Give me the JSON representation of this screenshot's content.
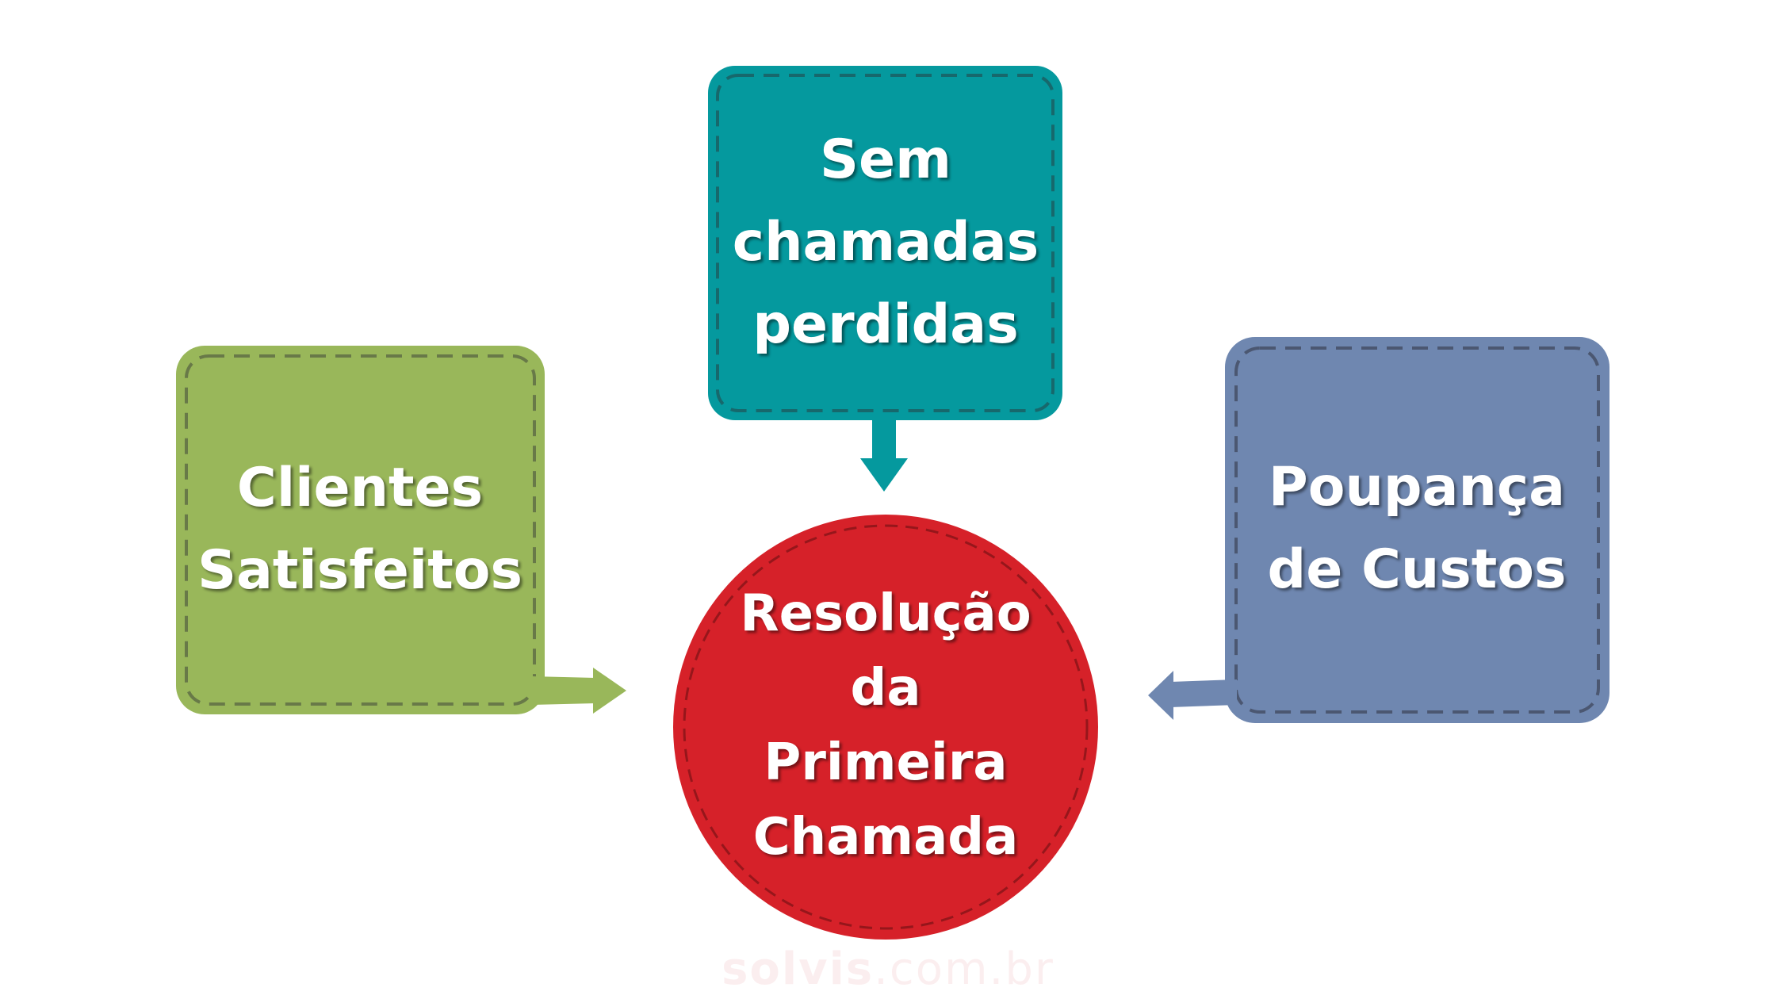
{
  "nodes": {
    "top": {
      "lines": [
        "Sem",
        "chamadas",
        "perdidas"
      ],
      "color": "#05999e"
    },
    "left": {
      "lines": [
        "Clientes",
        "Satisfeitos"
      ],
      "color": "#99b75a"
    },
    "right": {
      "lines": [
        "Poupança",
        "de Custos"
      ],
      "color": "#6f87b0"
    },
    "center": {
      "lines": [
        "Resolução",
        "da",
        "Primeira",
        "Chamada"
      ],
      "color": "#d62129"
    }
  },
  "watermark": {
    "brand": "solvis",
    "domain": ".com.br"
  }
}
